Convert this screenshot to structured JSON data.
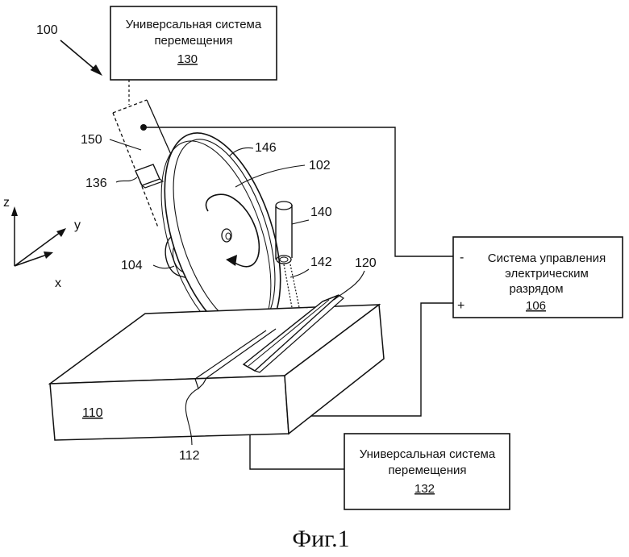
{
  "figure_number": "100",
  "blocks": {
    "top": {
      "line1": "Универсальная система",
      "line2": "перемещения",
      "ref": "130"
    },
    "control": {
      "line1": "Система управления",
      "line2": "электрическим",
      "line3": "разрядом",
      "ref": "106",
      "minus": "-",
      "plus": "+"
    },
    "bottom": {
      "line1": "Универсальная система",
      "line2": "перемещения",
      "ref": "132"
    }
  },
  "labels": {
    "arm": "150",
    "sensor": "136",
    "disc_rim": "146",
    "disc": "102",
    "rod": "140",
    "spindle": "104",
    "gap": "142",
    "electrode": "120",
    "table": "110",
    "groove": "112"
  },
  "axes": {
    "z": "z",
    "y": "y",
    "x": "x"
  },
  "caption": "Фиг.1"
}
